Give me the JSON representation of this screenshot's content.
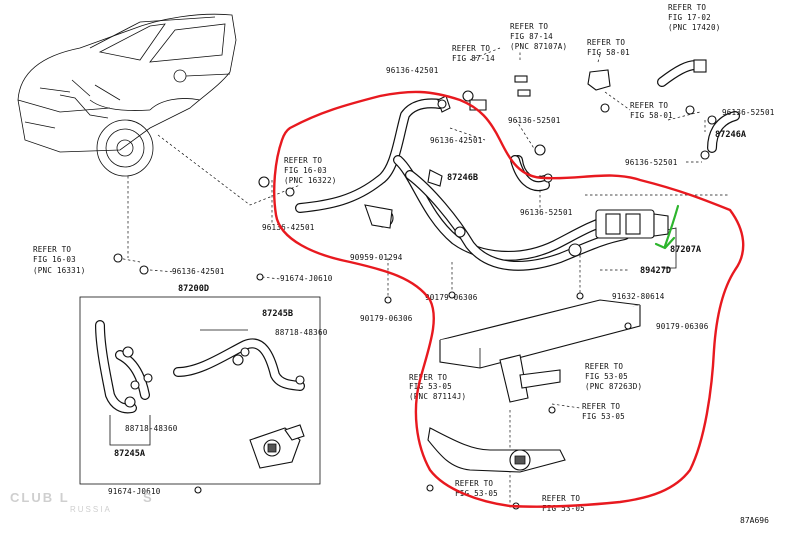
{
  "labels": {
    "ref_fig_17_02": [
      "REFER TO",
      "FIG 17-02",
      "(PNC 17420)"
    ],
    "ref_fig_87_14_a": [
      "REFER TO",
      "FIG 87-14",
      "(PNC 87107A)"
    ],
    "ref_fig_87_14_b": [
      "REFER TO",
      "FIG 87-14"
    ],
    "ref_fig_58_01_a": [
      "REFER TO",
      "FIG 58-01"
    ],
    "ref_fig_58_01_b": [
      "REFER TO",
      "FIG 58-01"
    ],
    "ref_fig_16_03_a": [
      "REFER TO",
      "FIG 16-03",
      "(PNC 16322)"
    ],
    "ref_fig_16_03_b": [
      "REFER TO",
      "FIG 16-03",
      "(PNC 16331)"
    ],
    "ref_fig_53_05_a": [
      "REFER TO",
      "FIG 53-05",
      "(PNC 87114J)"
    ],
    "ref_fig_53_05_b": [
      "REFER TO",
      "FIG 53-05",
      "(PNC 87263D)"
    ],
    "ref_fig_53_05_c": [
      "REFER TO",
      "FIG 53-05"
    ],
    "ref_fig_53_05_d": [
      "REFER TO",
      "FIG 53-05"
    ],
    "ref_fig_53_05_e": [
      "REFER TO",
      "FIG 53-05"
    ],
    "p_96136_42501_a": "96136-42501",
    "p_96136_42501_b": "96136-42501",
    "p_96136_42501_c": "96136-42501",
    "p_96136_42501_d": "96136-42501",
    "p_96136_52501_a": "96136-52501",
    "p_96136_52501_b": "96136-52501",
    "p_96136_52501_c": "96136-52501",
    "p_96136_52501_d": "96136-52501",
    "p_87246a": "87246A",
    "p_87246b": "87246B",
    "p_87207a": "87207A",
    "p_89427d": "89427D",
    "p_90959": "90959-01294",
    "p_90179_a": "90179-06306",
    "p_90179_b": "90179-06306",
    "p_90179_c": "90179-06306",
    "p_91632": "91632-80614",
    "p_91674_a": "91674-J0610",
    "p_91674_b": "91674-J0610",
    "p_87200d": "87200D",
    "p_87245b": "87245B",
    "p_87245a": "87245A",
    "p_88718_a": "88718-48360",
    "p_88718_b": "88718-48360",
    "code": "87A696"
  },
  "watermark": {
    "main": "CLUB L",
    "main2": "S",
    "sub": "RUSSIA"
  },
  "colors": {
    "annotation_red": "#e8191f",
    "annotation_green": "#2db52d",
    "ink": "#111111"
  }
}
